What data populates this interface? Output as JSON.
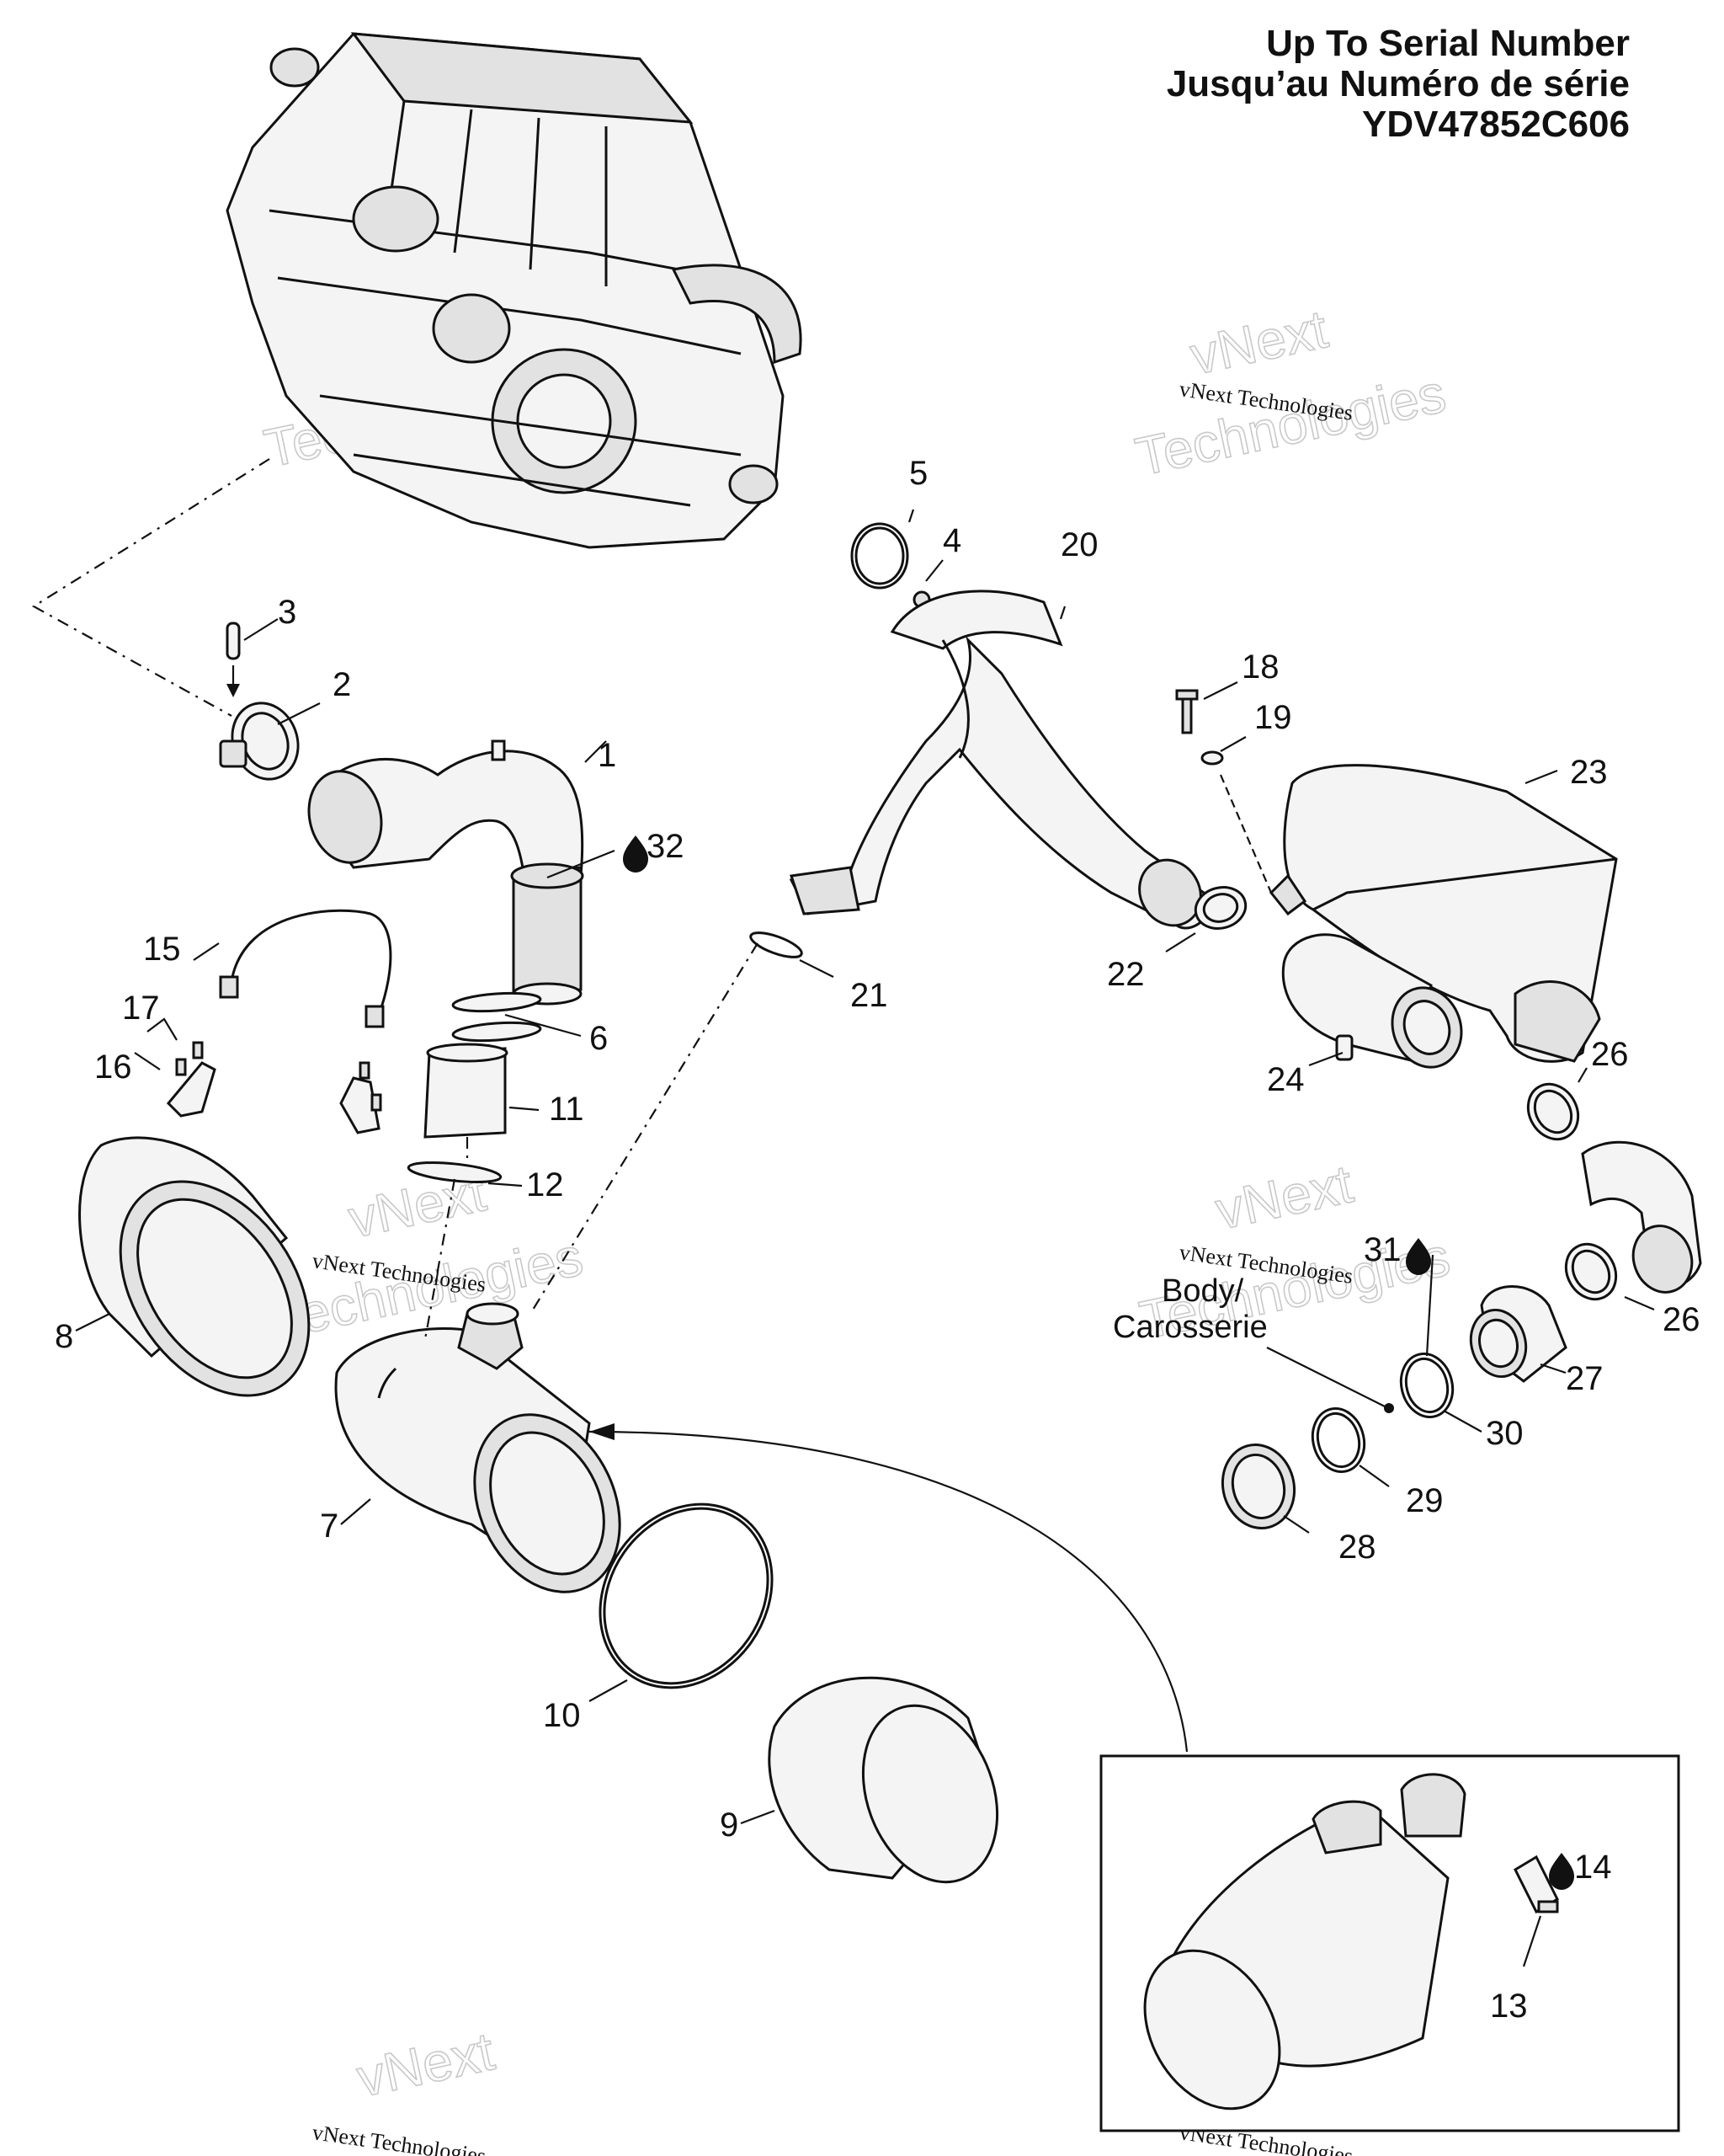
{
  "header": {
    "line1": "Up To Serial Number",
    "line2": "Jusqu’au Numéro de série",
    "line3": "YDV47852C606"
  },
  "watermark": {
    "company": "vNext Technologies",
    "big_word1": "vNext",
    "big_word2": "Technologies"
  },
  "body_label": {
    "line1": "Body/",
    "line2": "Carosserie"
  },
  "callouts": [
    "1",
    "2",
    "3",
    "4",
    "5",
    "6",
    "7",
    "8",
    "9",
    "10",
    "11",
    "12",
    "13",
    "14",
    "15",
    "16",
    "17",
    "18",
    "19",
    "20",
    "21",
    "22",
    "23",
    "24",
    "26",
    "26",
    "27",
    "28",
    "29",
    "30",
    "31",
    "32"
  ],
  "icons": {
    "lubricant_drop": "oil-drop-icon"
  }
}
